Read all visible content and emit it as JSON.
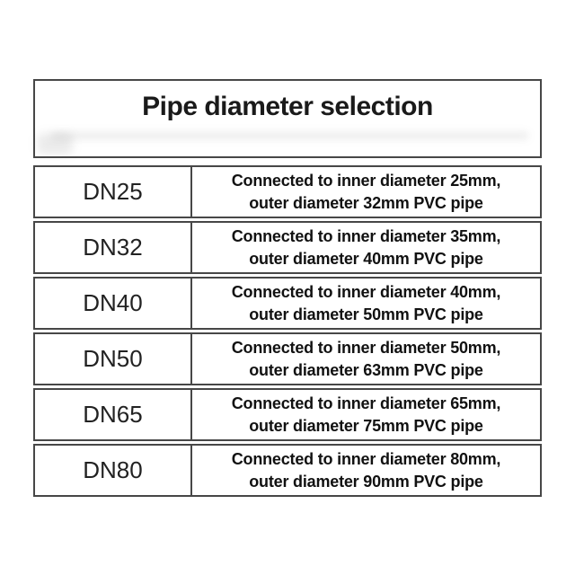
{
  "page": {
    "background": "#ffffff"
  },
  "table": {
    "title": "Pipe diameter selection",
    "colors": {
      "border": "#474747",
      "title_text": "#1a1a1a",
      "body_text": "#111111"
    },
    "columns": [
      "nominal-size",
      "description"
    ],
    "rows": [
      {
        "size": "DN25",
        "desc_line1": "Connected to inner diameter 25mm,",
        "desc_line2": "outer diameter 32mm PVC pipe"
      },
      {
        "size": "DN32",
        "desc_line1": "Connected to inner diameter 35mm,",
        "desc_line2": "outer diameter 40mm PVC pipe"
      },
      {
        "size": "DN40",
        "desc_line1": "Connected to inner diameter 40mm,",
        "desc_line2": "outer diameter 50mm PVC pipe"
      },
      {
        "size": "DN50",
        "desc_line1": "Connected to inner diameter 50mm,",
        "desc_line2": "outer diameter 63mm PVC pipe"
      },
      {
        "size": "DN65",
        "desc_line1": "Connected to inner diameter 65mm,",
        "desc_line2": "outer diameter 75mm PVC pipe"
      },
      {
        "size": "DN80",
        "desc_line1": "Connected to inner diameter 80mm,",
        "desc_line2": "outer diameter 90mm PVC pipe"
      }
    ]
  }
}
